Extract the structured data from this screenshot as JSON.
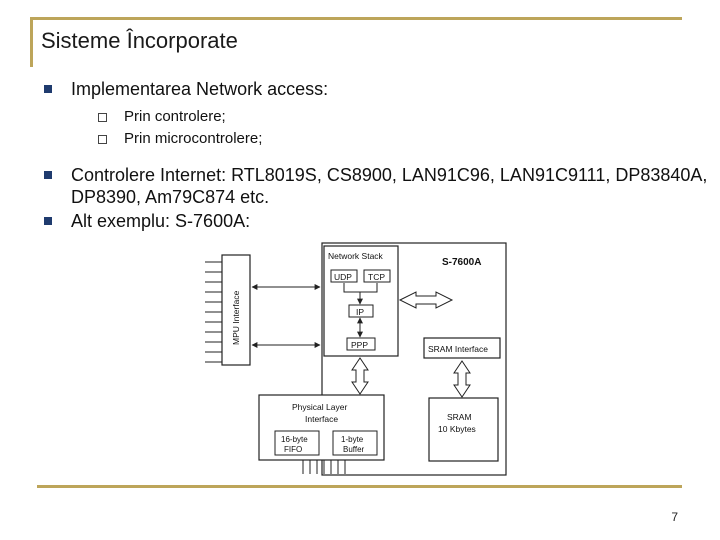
{
  "slide": {
    "title": "Sisteme Încorporate",
    "bullets": [
      "Implementarea Network access:",
      "Controlere Internet: RTL8019S, CS8900, LAN91C96, LAN91C9111, DP83840A, DP8390, Am79C874 etc.",
      "Alt exemplu: S-7600A:"
    ],
    "sub_bullets": [
      "Prin controlere;",
      "Prin microcontrolere;"
    ],
    "page_number": "7"
  },
  "diagram": {
    "chip_name": "S-7600A",
    "mpu_interface": "MPU Interface",
    "network_stack": "Network Stack",
    "udp": "UDP",
    "tcp": "TCP",
    "ip": "IP",
    "ppp": "PPP",
    "sram_interface": "SRAM Interface",
    "physical_layer_line1": "Physical Layer",
    "physical_layer_line2": "Interface",
    "fifo_line1": "16-byte",
    "fifo_line2": "FIFO",
    "buffer_line1": "1-byte",
    "buffer_line2": "Buffer",
    "sram_line1": "SRAM",
    "sram_line2": "10 Kbytes"
  }
}
